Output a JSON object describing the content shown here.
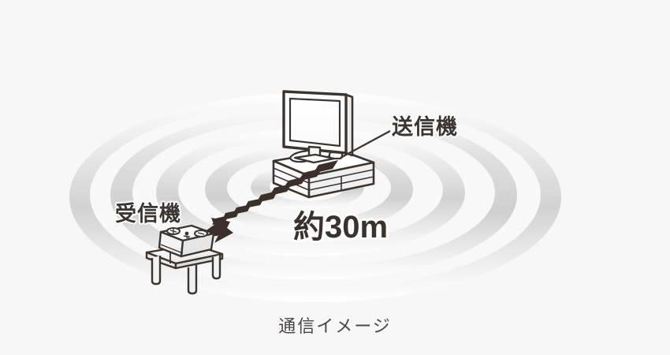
{
  "page": {
    "background_color": "#f7f7f7",
    "ink_color": "#3b3532",
    "wave_color": "#d9d9d9"
  },
  "diagram": {
    "caption": "通信イメージ",
    "labels": {
      "transmitter": "送信機",
      "receiver": "受信機",
      "distance": "約30m"
    },
    "objects": {
      "television": "flat-screen-tv",
      "tv_stand": "tv-cabinet-with-drawers",
      "receiver_device": "receiver-box-with-two-dials",
      "side_table": "low-table-four-legs",
      "signal_arrow": "dashed-arrow-pointing-to-receiver",
      "radio_waves": "concentric-elliptical-wave-rings"
    },
    "wave_rings": 4
  }
}
